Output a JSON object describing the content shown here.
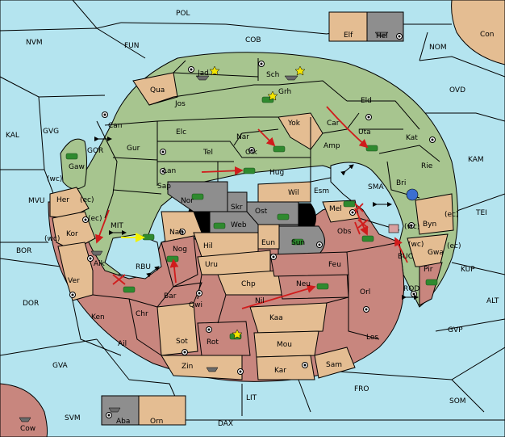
{
  "colors": {
    "sea": "#b4e4ef",
    "green_power": "#a7c58f",
    "tan_neutral": "#e4bd92",
    "red_power": "#c8867e",
    "gray_power": "#8e8e8e",
    "order_arrow": "#d01c1c",
    "support_arrow": "#f2f200",
    "army_green": "#2f8a2f",
    "fleet_gray": "#6b6b6b",
    "fleet_blue": "#3b6fd1"
  },
  "sea_areas": [
    "POL",
    "COB",
    "FUN",
    "NVM",
    "NOM",
    "KAL",
    "GVG",
    "OVD",
    "KAM",
    "MVU",
    "TEI",
    "BOR",
    "KUP",
    "DOR",
    "ALT",
    "GVP",
    "GVA",
    "FRO",
    "SOM",
    "LIT",
    "SVM",
    "DAX"
  ],
  "corner_regions": [
    "Con",
    "Cow"
  ],
  "inset_top": [
    "Elf",
    "Hel"
  ],
  "inset_bottom": [
    "Aba",
    "Orn"
  ],
  "green_provinces": [
    "Jad",
    "Sch",
    "Grh",
    "Jos",
    "Can",
    "Elc",
    "Nar",
    "Car",
    "Eld",
    "Uta",
    "Kat",
    "Tel",
    "Olk",
    "Amp",
    "Gur",
    "Lan",
    "Hug",
    "Rie",
    "Sap",
    "Gaw",
    "Bri",
    "Esm"
  ],
  "tan_provinces": [
    "Qua",
    "Yok",
    "Wil",
    "Her",
    "Kor",
    "Ver",
    "Nab",
    "Mel",
    "Byn",
    "Gwa",
    "Eun",
    "Uru",
    "Hil",
    "Chp",
    "Kaa",
    "Mou",
    "Sot",
    "Zin",
    "Kar",
    "Sam"
  ],
  "red_provinces": [
    "Aik",
    "Nog",
    "Bar",
    "Qwi",
    "Ken",
    "Chr",
    "Ail",
    "Rot",
    "Nil",
    "Neu",
    "Feu",
    "Orl",
    "Los",
    "Obs",
    "Pir"
  ],
  "gray_provinces": [
    "Nor",
    "Skr",
    "Ost",
    "Web",
    "Sun"
  ],
  "water_labels": [
    "SMA",
    "MIT",
    "RBU",
    "BUC",
    "ROD",
    "GOR"
  ],
  "coast_labels": [
    "(wc)",
    "(ec)",
    "(wc)",
    "(ec)",
    "(wc)",
    "(ec)",
    "(wc)",
    "(ec)"
  ]
}
